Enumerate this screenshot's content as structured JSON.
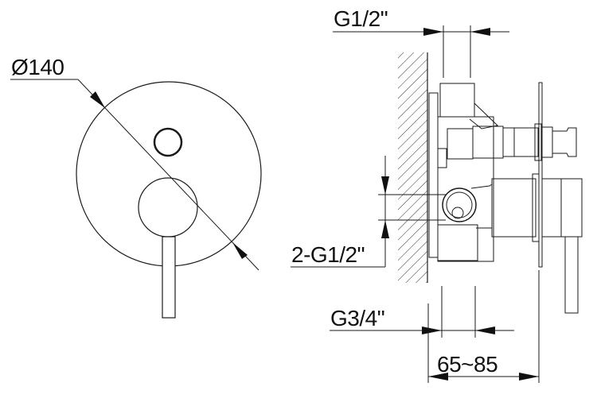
{
  "diagram": {
    "type": "technical-drawing",
    "subject": "concealed shower mixer with diverter",
    "line_color": "#1a1a1a",
    "background": "#ffffff",
    "views": [
      {
        "name": "front-view",
        "elements": [
          "faceplate-circle",
          "diverter-knob",
          "handle-hub",
          "lever"
        ]
      },
      {
        "name": "side-section-view",
        "elements": [
          "wall-hatch",
          "mounting-plate",
          "valve-body",
          "outlet-pipe",
          "cartridge",
          "cover-plate",
          "lever"
        ]
      }
    ]
  },
  "dimensions": {
    "faceplate_diameter": "Ø140",
    "top_inlet": "G1/2\"",
    "side_inlets": "2-G1/2\"",
    "bottom_outlet": "G3/4\"",
    "wall_depth_range": "65~85"
  }
}
